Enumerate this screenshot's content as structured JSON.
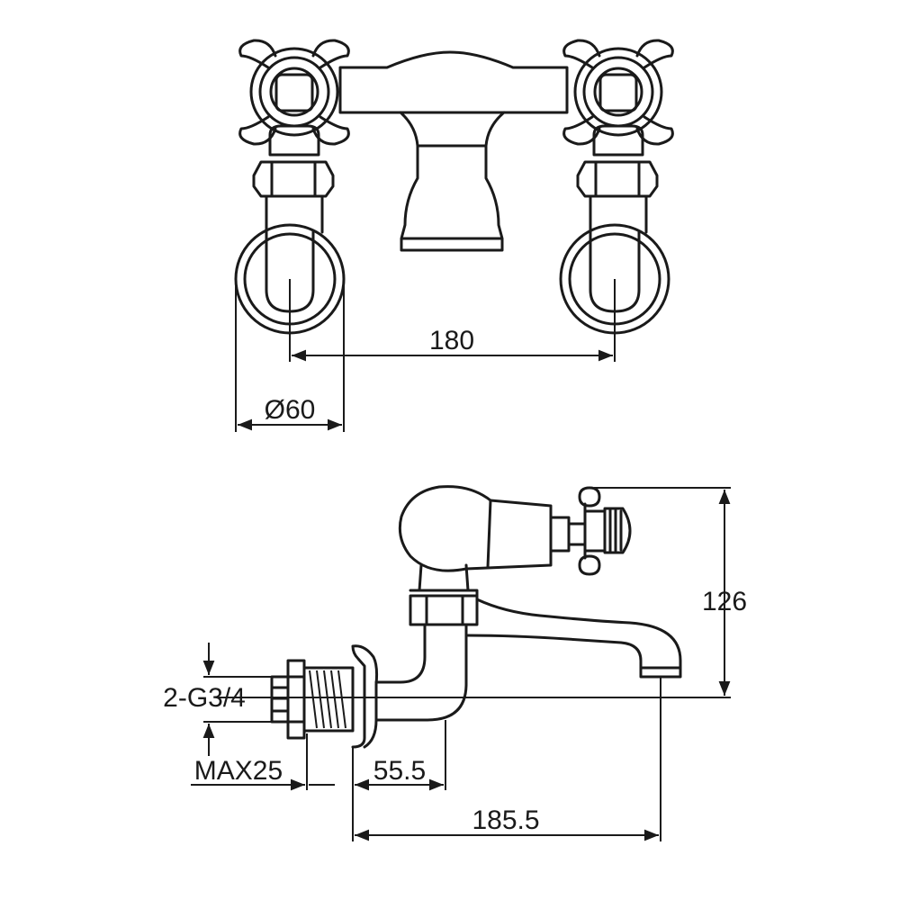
{
  "dimensions": {
    "centers": "180",
    "flange_diameter": "Ø60",
    "height": "126",
    "thread": "2-G3/4",
    "max_wall": "MAX25",
    "projection_short": "55.5",
    "projection_long": "185.5"
  }
}
